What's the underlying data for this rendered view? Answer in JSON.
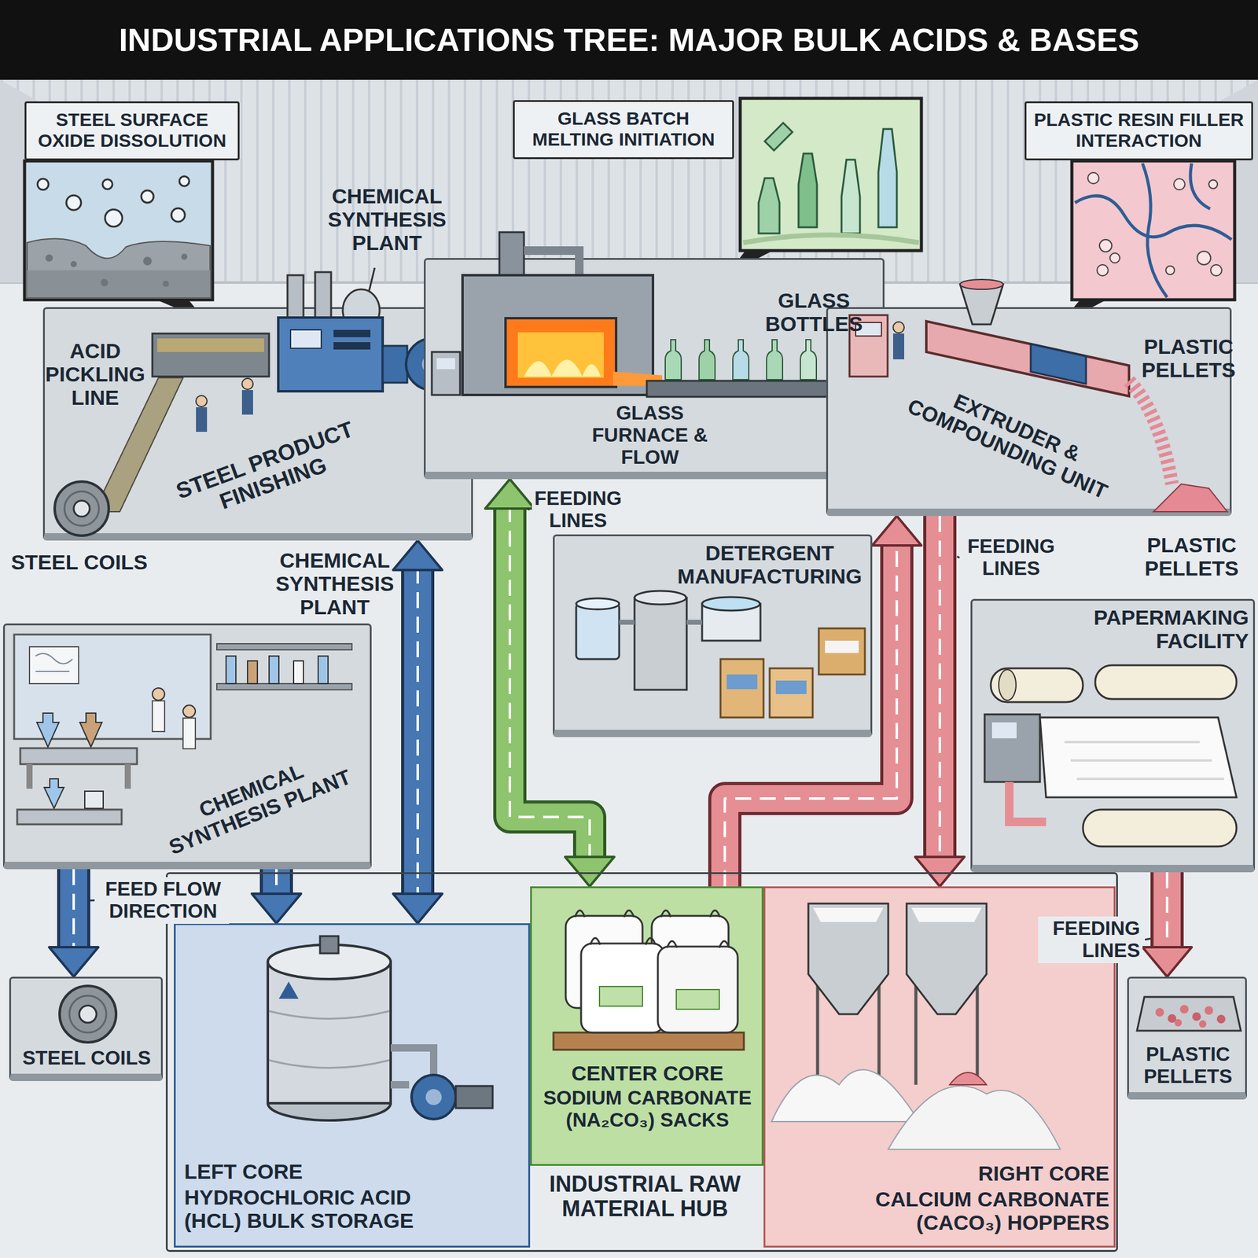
{
  "diagram": {
    "title": "INDUSTRIAL APPLICATIONS TREE: MAJOR BULK ACIDS & BASES",
    "nodes": [
      {
        "text": [
          "STEEL SURFACE OXIDE DISSOLUTION"
        ]
      },
      {
        "text": [
          "GLASS BATCH MELTING INITIATION"
        ]
      },
      {
        "text": [
          "PLASTIC RESIN FILLER INTERACTION"
        ]
      },
      {
        "text": [
          "STEEL PRODUCT FINISHING"
        ]
      },
      {
        "text": [
          "GLASS FURNACE & FLOW"
        ]
      },
      {
        "text": [
          "EXTRUDER & COMPOUNDING UNIT"
        ]
      },
      {
        "text": [
          "DETERGENT MANUFACTURING"
        ]
      },
      {
        "text": [
          "CHEMICAL SYNTHESIS PLANT"
        ]
      },
      {
        "text": [
          "PAPERMAKING FACILITY"
        ]
      },
      {
        "text": [
          "STEEL COILS"
        ]
      },
      {
        "text": [
          "INDUSTRIAL RAW MATERIAL HUB"
        ]
      },
      {
        "text": [
          "LEFT CORE",
          "HYDROCHLORIC ACID (HCL) BULK STORAGE"
        ],
        "in": 10
      },
      {
        "text": [
          "CENTER CORE",
          "SODIUM CARBONATE (NA₂CO₃) SACKS"
        ],
        "in": 10
      },
      {
        "text": [
          "RIGHT CORE",
          "CALCIUM CARBONATE (CACO₃) HOPPERS"
        ],
        "in": 10
      },
      {
        "text": [
          "PLASTIC PELLETS"
        ]
      }
    ],
    "edges": [
      {
        "from": 3,
        "to": 11,
        "arrow": "both"
      },
      {
        "from": 7,
        "to": 11,
        "arrow": "to"
      },
      {
        "from": 7,
        "to": 9,
        "arrow": "to",
        "label": "FEED FLOW DIRECTION"
      },
      {
        "from": 4,
        "to": 12,
        "arrow": "both",
        "label": "FEEDING LINES"
      },
      {
        "from": 12,
        "to": 5,
        "arrow": "to"
      },
      {
        "from": 5,
        "to": 13,
        "arrow": "to",
        "label": "FEEDING LINES"
      },
      {
        "from": 8,
        "to": 14,
        "arrow": "to",
        "label": "FEEDING LINES"
      }
    ],
    "labels": [
      "CHEMICAL SYNTHESIS PLANT",
      "ACID PICKLING LINE",
      "STEEL COILS",
      "GLASS BOTTLES",
      "PLASTIC PELLETS",
      "PLASTIC PELLETS",
      "CHEMICAL SYNTHESIS PLANT"
    ]
  }
}
